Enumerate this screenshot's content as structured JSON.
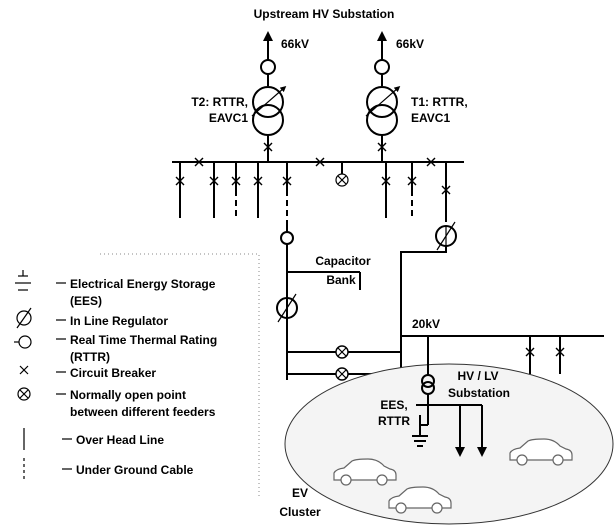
{
  "title": "Upstream HV Substation",
  "t2": {
    "voltage": "66kV",
    "line1": "T2: RTTR,",
    "line2": "EAVC1"
  },
  "t1": {
    "voltage": "66kV",
    "line1": "T1: RTTR,",
    "line2": "EAVC1"
  },
  "capacitor_bank": {
    "line1": "Capacitor",
    "line2": "Bank"
  },
  "bus_20kv": "20kV",
  "hvlv": {
    "line1": "HV / LV",
    "line2": "Substation"
  },
  "ees_rttr": {
    "line1": "EES,",
    "line2": "RTTR"
  },
  "ev_cluster": {
    "line1": "EV",
    "line2": "Cluster"
  },
  "legend": [
    {
      "icon": "energy-storage-icon",
      "line1": "Electrical Energy Storage",
      "line2": "(EES)"
    },
    {
      "icon": "in-line-regulator-icon",
      "line1": "In Line Regulator",
      "line2": ""
    },
    {
      "icon": "rttr-icon",
      "line1": "Real Time Thermal Rating",
      "line2": "(RTTR)"
    },
    {
      "icon": "circuit-breaker-icon",
      "line1": "Circuit Breaker",
      "line2": ""
    },
    {
      "icon": "normally-open-point-icon",
      "line1": "Normally open point",
      "line2": "between different feeders"
    },
    {
      "icon": "overhead-line-icon",
      "line1": "Over Head Line",
      "line2": ""
    },
    {
      "icon": "underground-cable-icon",
      "line1": "Under Ground Cable",
      "line2": ""
    }
  ]
}
